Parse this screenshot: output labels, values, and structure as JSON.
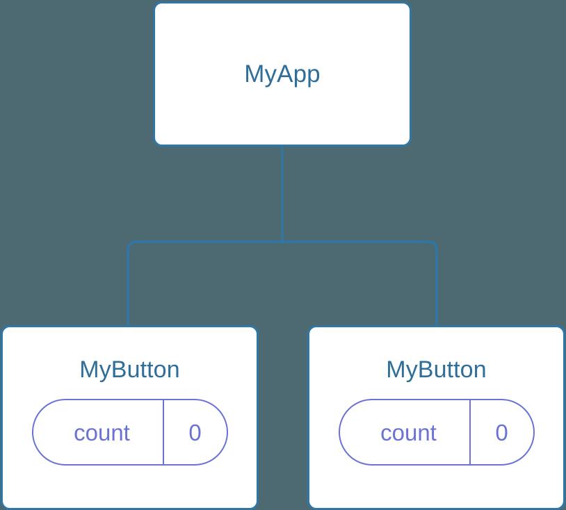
{
  "diagram": {
    "type": "component-tree",
    "background_color": "#4d6a73",
    "node_border_color": "#2e77a6",
    "node_title_color": "#2e6e99",
    "pill_color": "#6b72d6",
    "edge_color": "#2e77a6"
  },
  "root": {
    "title": "MyApp"
  },
  "children": [
    {
      "title": "MyButton",
      "state": {
        "key": "count",
        "value": "0"
      }
    },
    {
      "title": "MyButton",
      "state": {
        "key": "count",
        "value": "0"
      }
    }
  ]
}
